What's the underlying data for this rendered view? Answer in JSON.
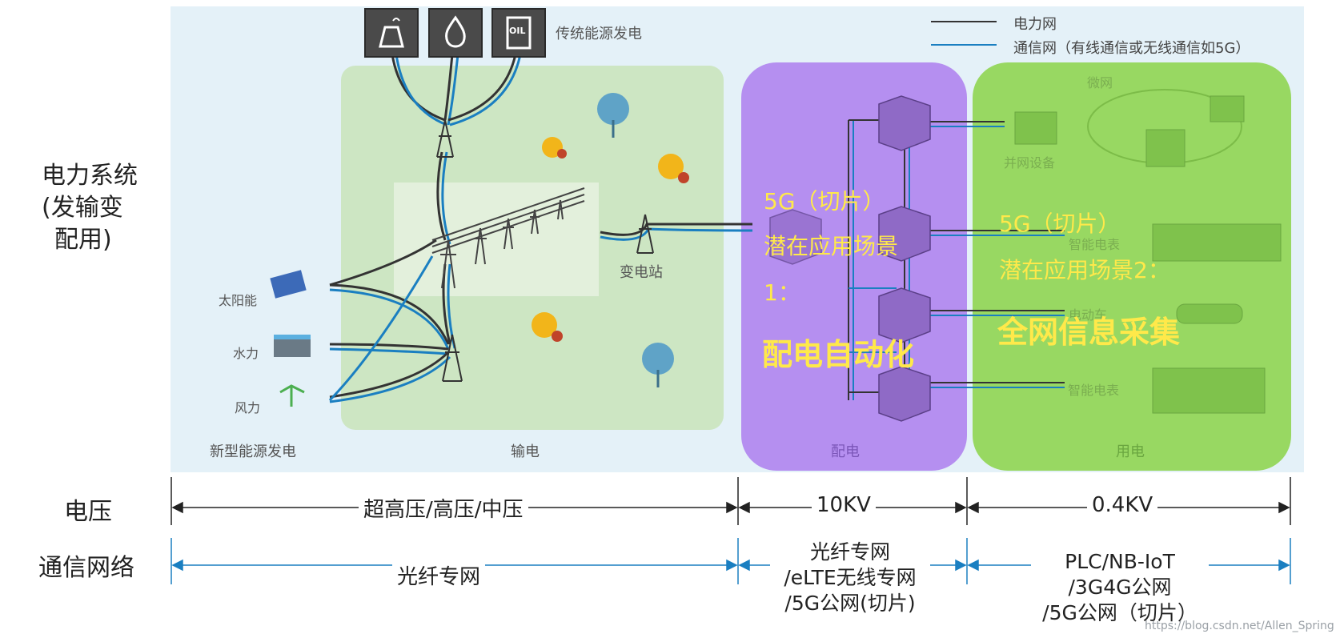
{
  "legend": {
    "power_line": "电力网",
    "comm_line": "通信网（有线通信或无线通信如5G）"
  },
  "side_labels": {
    "system": "电力系统（发输变配用）",
    "system_l1": "电力系统",
    "system_l2": "(发输变",
    "system_l3": "配用)",
    "voltage": "电压",
    "network": "通信网络"
  },
  "diagram": {
    "traditional": "传统能源发电",
    "solar": "太阳能",
    "hydro": "水力",
    "wind": "风力",
    "new_energy": "新型能源发电",
    "transmission": "输电",
    "substation": "变电站",
    "distribution": "配电",
    "consumption": "用电",
    "microgrid": "微网",
    "grid_device": "并网设备",
    "smart_meter_1": "智能电表",
    "smart_meter_2": "智能电表",
    "ev": "电动车",
    "icon_oil": "OIL"
  },
  "scenario1": {
    "line1": "5G（切片）",
    "line2": "潜在应用场景",
    "line3": "1：",
    "title": "配电自动化"
  },
  "scenario2": {
    "line1": "5G（切片）",
    "line2": "潜在应用场景2：",
    "title": "全网信息采集"
  },
  "voltage_row": {
    "seg1": "超高压/高压/中压",
    "seg2": "10KV",
    "seg3": "0.4KV"
  },
  "network_row": {
    "seg1": "光纤专网",
    "seg2_l1": "光纤专网",
    "seg2_l2": "/eLTE无线专网",
    "seg2_l3": "/5G公网(切片)",
    "seg3_l1": "PLC/NB-IoT",
    "seg3_l2": "/3G4G公网",
    "seg3_l3": "/5G公网（切片）"
  },
  "watermark": "https://blog.csdn.net/Allen_Spring",
  "colors": {
    "sky": "#e4f1f8",
    "transmission_zone": "#cde6c3",
    "distribution_zone": "#b58ff0",
    "consumption_zone": "#94d65a",
    "scenario_text": "#ffe94a",
    "comm_line": "#1a7fc1",
    "power_line": "#333333"
  }
}
